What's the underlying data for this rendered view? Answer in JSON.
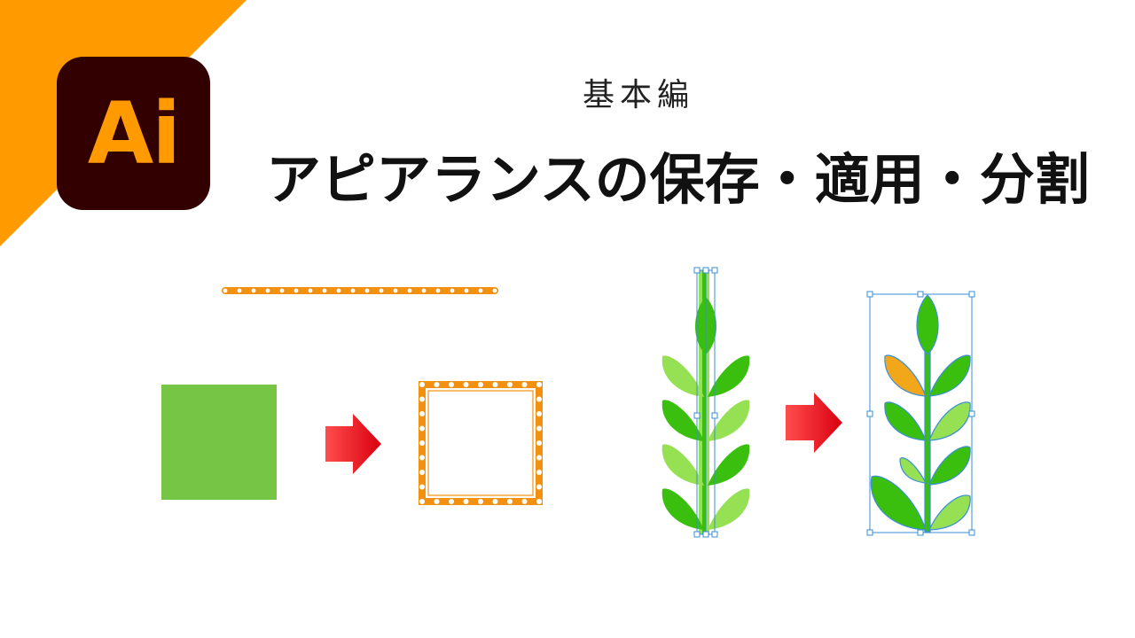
{
  "header": {
    "app_logo_text": "Ai",
    "subtitle": "基本編",
    "title": "アピアランスの保存・適用・分割"
  },
  "colors": {
    "corner_orange": "#FF9A00",
    "logo_bg": "#330000",
    "logo_fg": "#FF9A00",
    "square_green": "#77C544",
    "dot_orange": "#F29111",
    "arrow_red": "#E8141C",
    "leaf_dark": "#3BBF0F",
    "leaf_light": "#96E054",
    "leaf_orange": "#F2A71B",
    "selection_blue": "#3A8FD6"
  },
  "icons": [
    "illustrator-logo-icon",
    "arrow-right-icon"
  ]
}
